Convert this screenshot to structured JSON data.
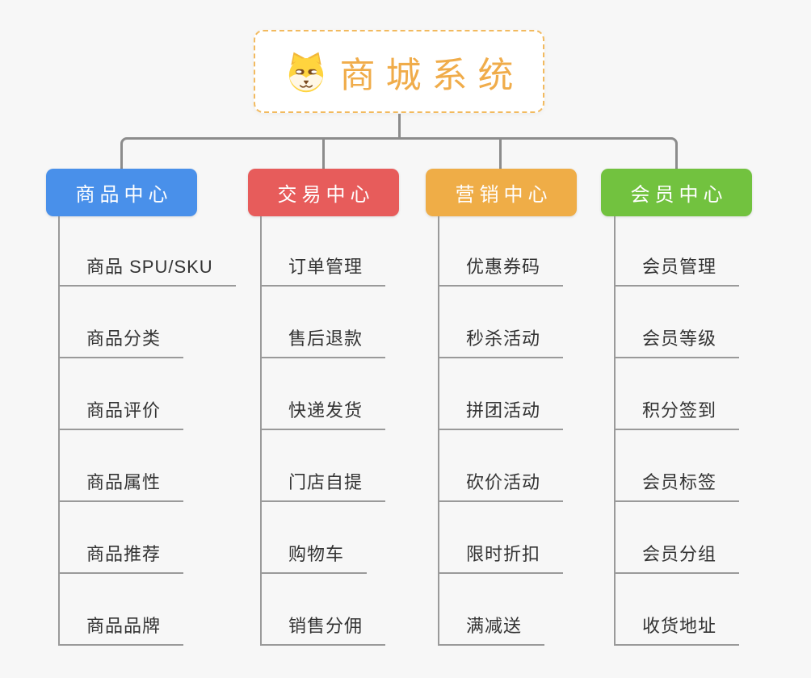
{
  "root": {
    "title": "商城系统",
    "icon": "doge-icon"
  },
  "branches": [
    {
      "label": "商品中心",
      "color": "#4990EA",
      "items": [
        "商品 SPU/SKU",
        "商品分类",
        "商品评价",
        "商品属性",
        "商品推荐",
        "商品品牌"
      ]
    },
    {
      "label": "交易中心",
      "color": "#E75C5B",
      "items": [
        "订单管理",
        "售后退款",
        "快递发货",
        "门店自提",
        "购物车",
        "销售分佣"
      ]
    },
    {
      "label": "营销中心",
      "color": "#EFAD47",
      "items": [
        "优惠券码",
        "秒杀活动",
        "拼团活动",
        "砍价活动",
        "限时折扣",
        "满减送"
      ]
    },
    {
      "label": "会员中心",
      "color": "#72C23F",
      "items": [
        "会员管理",
        "会员等级",
        "积分签到",
        "会员标签",
        "会员分组",
        "收货地址"
      ]
    }
  ],
  "colors": {
    "background": "#F7F7F7",
    "connector": "#8C8C8C",
    "leaf_line": "#9A9A9A",
    "leaf_text": "#333333",
    "root_border": "#F2BA5F",
    "root_title": "#F0AC4A",
    "branch_text": "#FFFFFF"
  }
}
